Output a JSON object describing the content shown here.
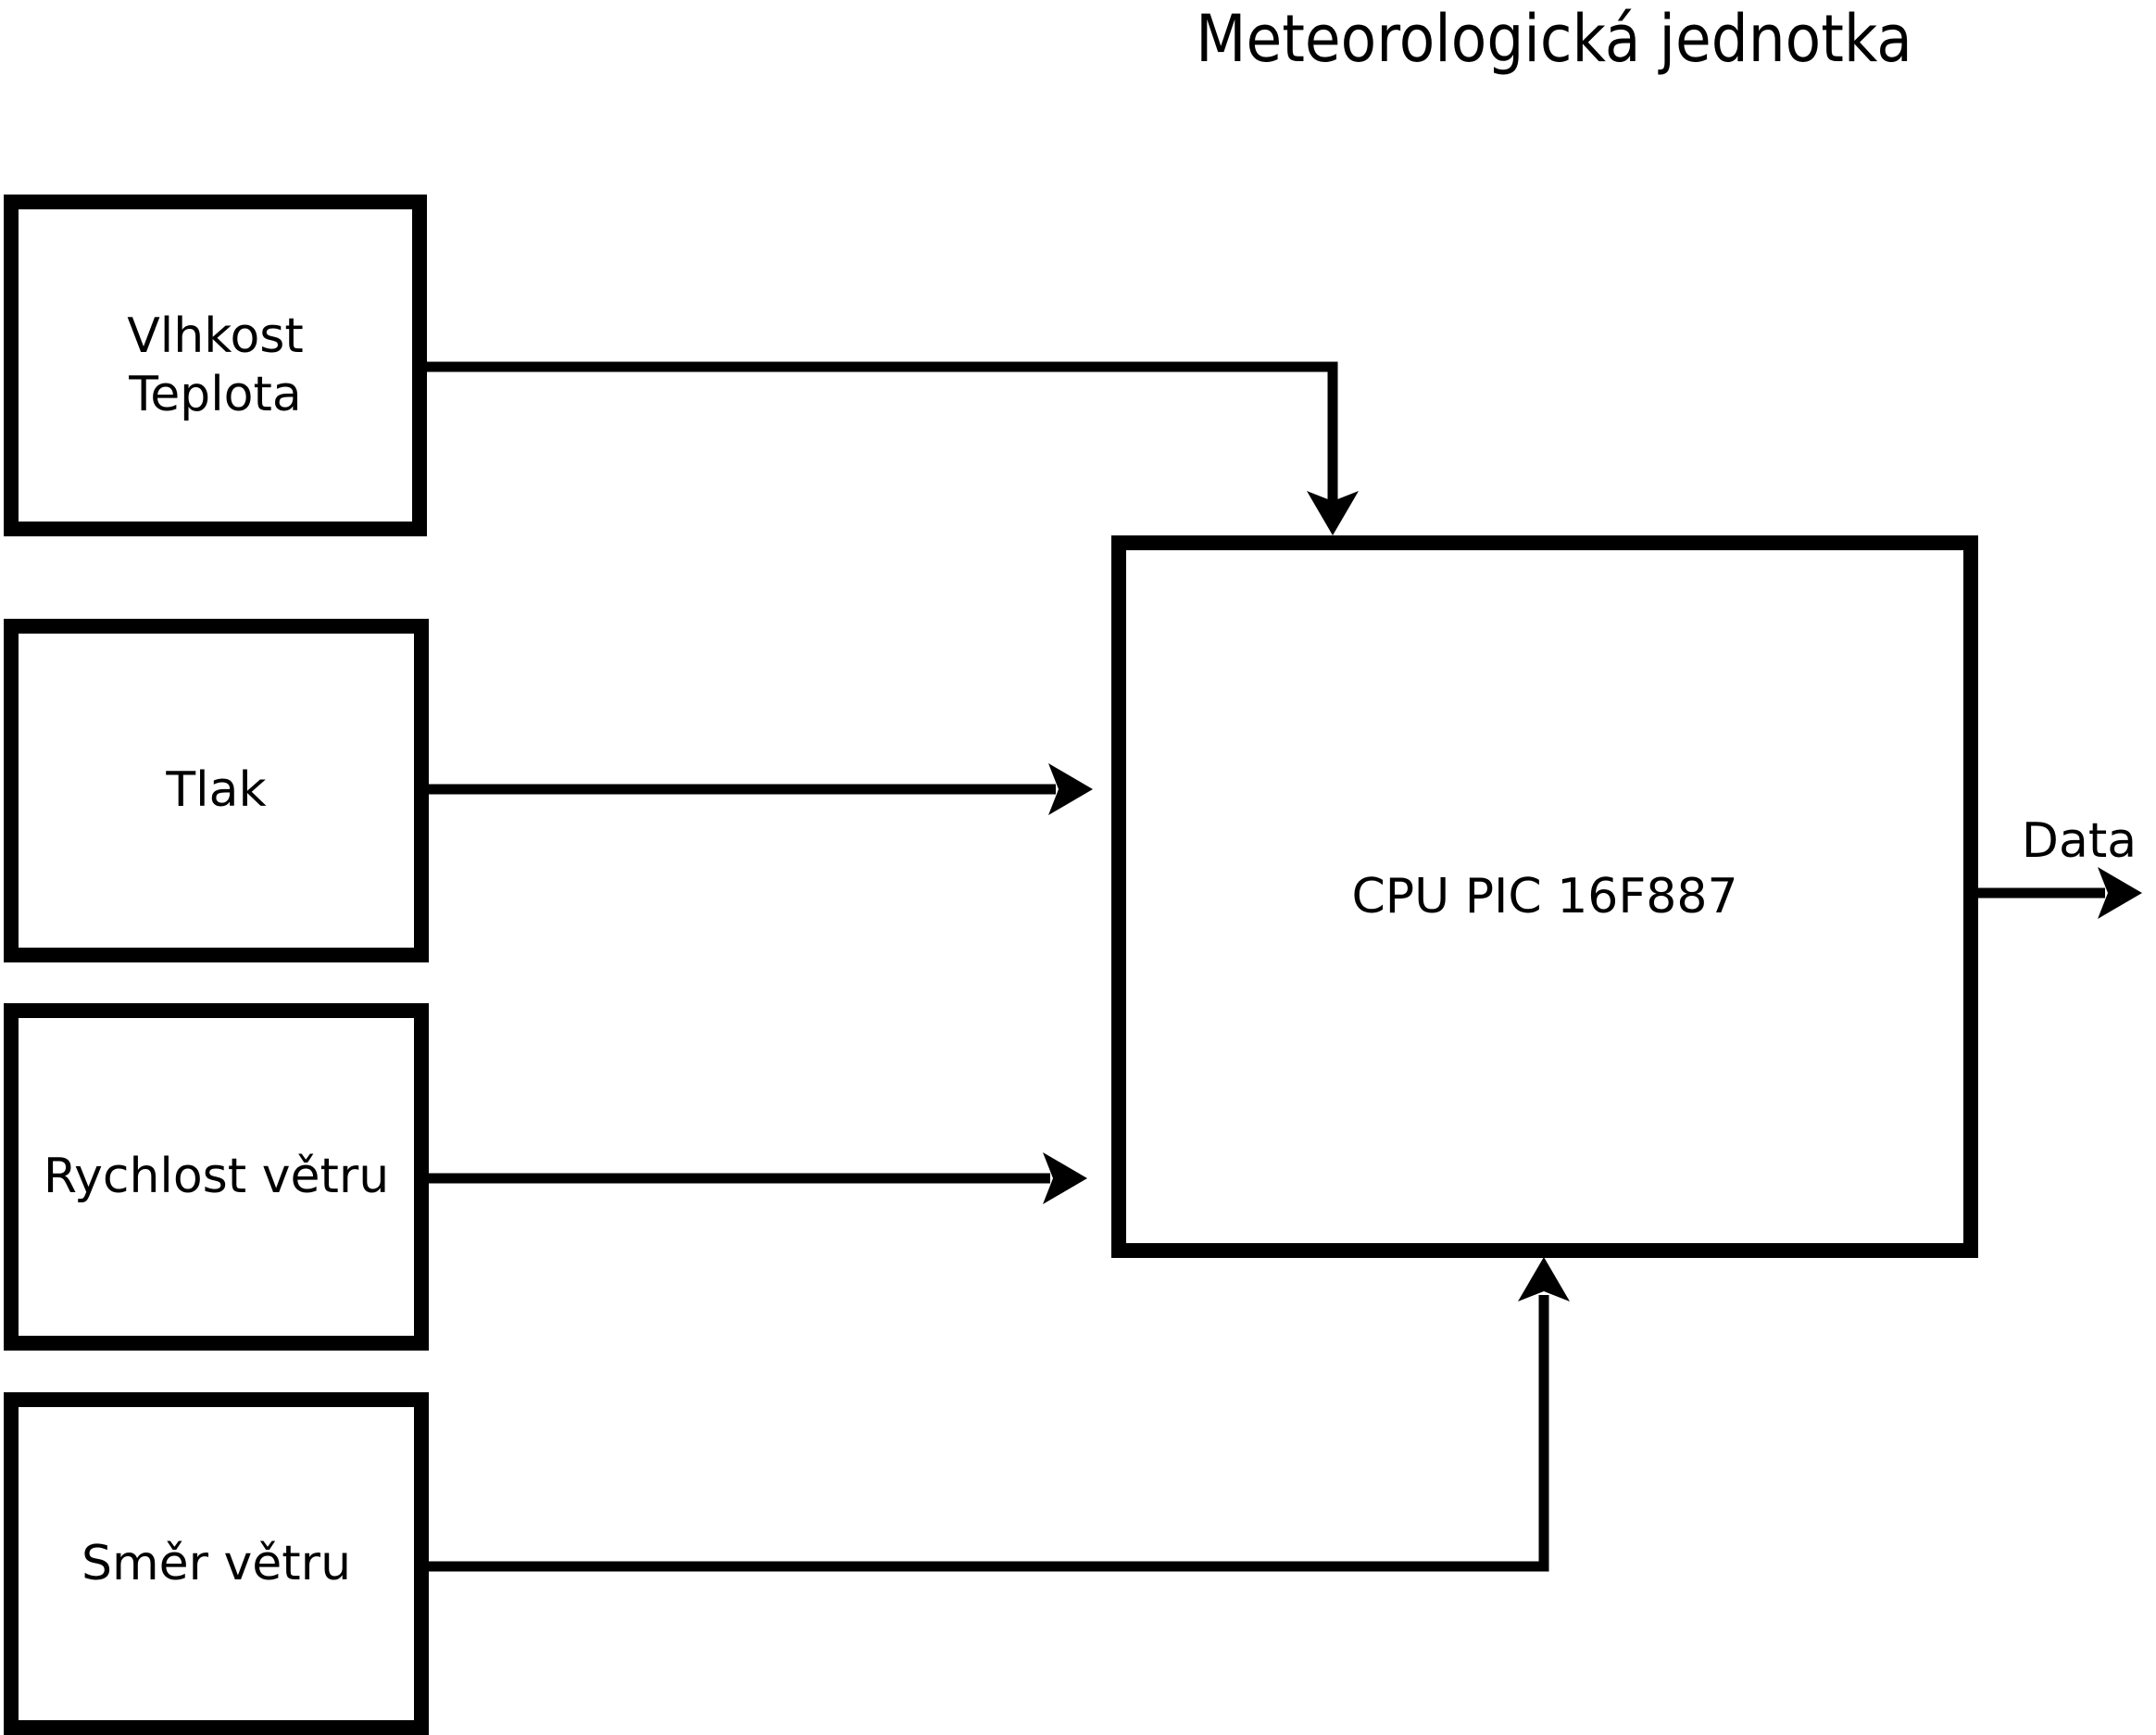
{
  "title": "Meteorologická jednotka",
  "boxes": {
    "humidity_temperature": {
      "line1": "Vlhkost",
      "line2": "Teplota"
    },
    "pressure": {
      "label": "Tlak"
    },
    "wind_speed": {
      "label": "Rychlost větru"
    },
    "wind_direction": {
      "label": "Směr větru"
    },
    "cpu": {
      "label": "CPU PIC 16F887"
    }
  },
  "output": {
    "data_label": "Data"
  },
  "connections": [
    {
      "from": "Vlhkost/Teplota",
      "to": "CPU PIC 16F887"
    },
    {
      "from": "Tlak",
      "to": "CPU PIC 16F887"
    },
    {
      "from": "Rychlost větru",
      "to": "CPU PIC 16F887"
    },
    {
      "from": "Směr větru",
      "to": "CPU PIC 16F887"
    },
    {
      "from": "CPU PIC 16F887",
      "to": "Data"
    }
  ],
  "colors": {
    "line": "#000000",
    "background": "#ffffff"
  }
}
